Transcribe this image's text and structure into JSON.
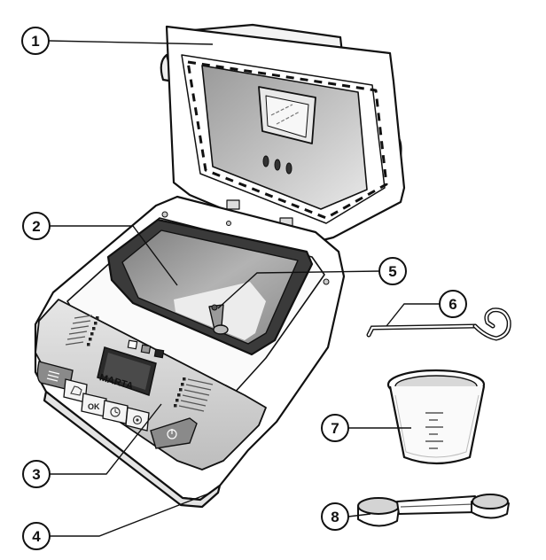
{
  "brand": "MARTA",
  "buttons": {
    "ok": "OK"
  },
  "callouts": [
    "1",
    "2",
    "3",
    "4",
    "5",
    "6",
    "7",
    "8"
  ],
  "icons": {
    "menu": "menu-icon",
    "hand": "hand-icon",
    "clock": "clock-icon",
    "power": "power-icon"
  },
  "colors": {
    "outline": "#111111",
    "body": "#ffffff",
    "panel": "#cfcfcf",
    "pan": "#8e8e8e"
  }
}
